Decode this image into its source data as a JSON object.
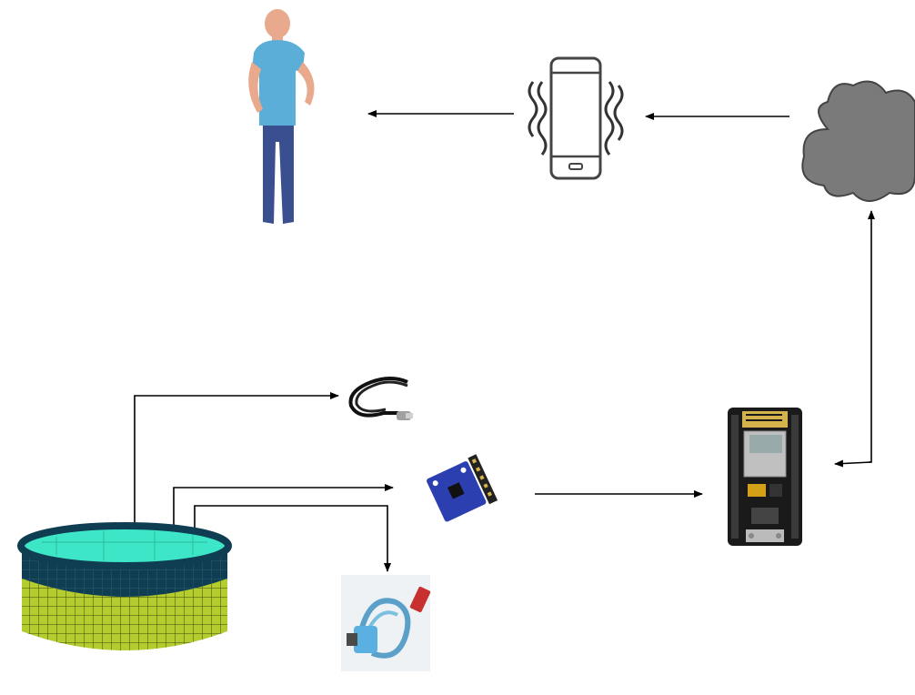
{
  "diagram": {
    "nodes": [
      {
        "id": "user",
        "icon": "person-icon"
      },
      {
        "id": "phone",
        "icon": "smartphone-icon"
      },
      {
        "id": "cloud",
        "icon": "cloud-icon"
      },
      {
        "id": "microcontroller",
        "icon": "nodemcu-board-icon"
      },
      {
        "id": "temperature-sensor",
        "icon": "temperature-probe-icon"
      },
      {
        "id": "gyro-sensor",
        "icon": "sensor-module-icon"
      },
      {
        "id": "ph-sensor",
        "icon": "ph-probe-icon"
      },
      {
        "id": "fish-tank",
        "icon": "tank-icon"
      }
    ],
    "edges": [
      {
        "from": "cloud",
        "to": "phone"
      },
      {
        "from": "phone",
        "to": "user"
      },
      {
        "from": "microcontroller",
        "to": "cloud"
      },
      {
        "from": "fish-tank",
        "to": "temperature-sensor"
      },
      {
        "from": "fish-tank",
        "to": "gyro-sensor"
      },
      {
        "from": "fish-tank",
        "to": "ph-sensor"
      },
      {
        "from": "gyro-sensor",
        "to": "microcontroller"
      }
    ],
    "colors": {
      "tank_water": "#3ee6c8",
      "tank_rim": "#0f3d52",
      "tank_net": "#b5cc2e",
      "person_shirt": "#5aaed8",
      "person_pants": "#3a4f8f",
      "person_skin": "#e9a98d",
      "cloud": "#7a7a7a",
      "board": "#1a1a1a",
      "gyro_board": "#2b3fb0"
    }
  }
}
